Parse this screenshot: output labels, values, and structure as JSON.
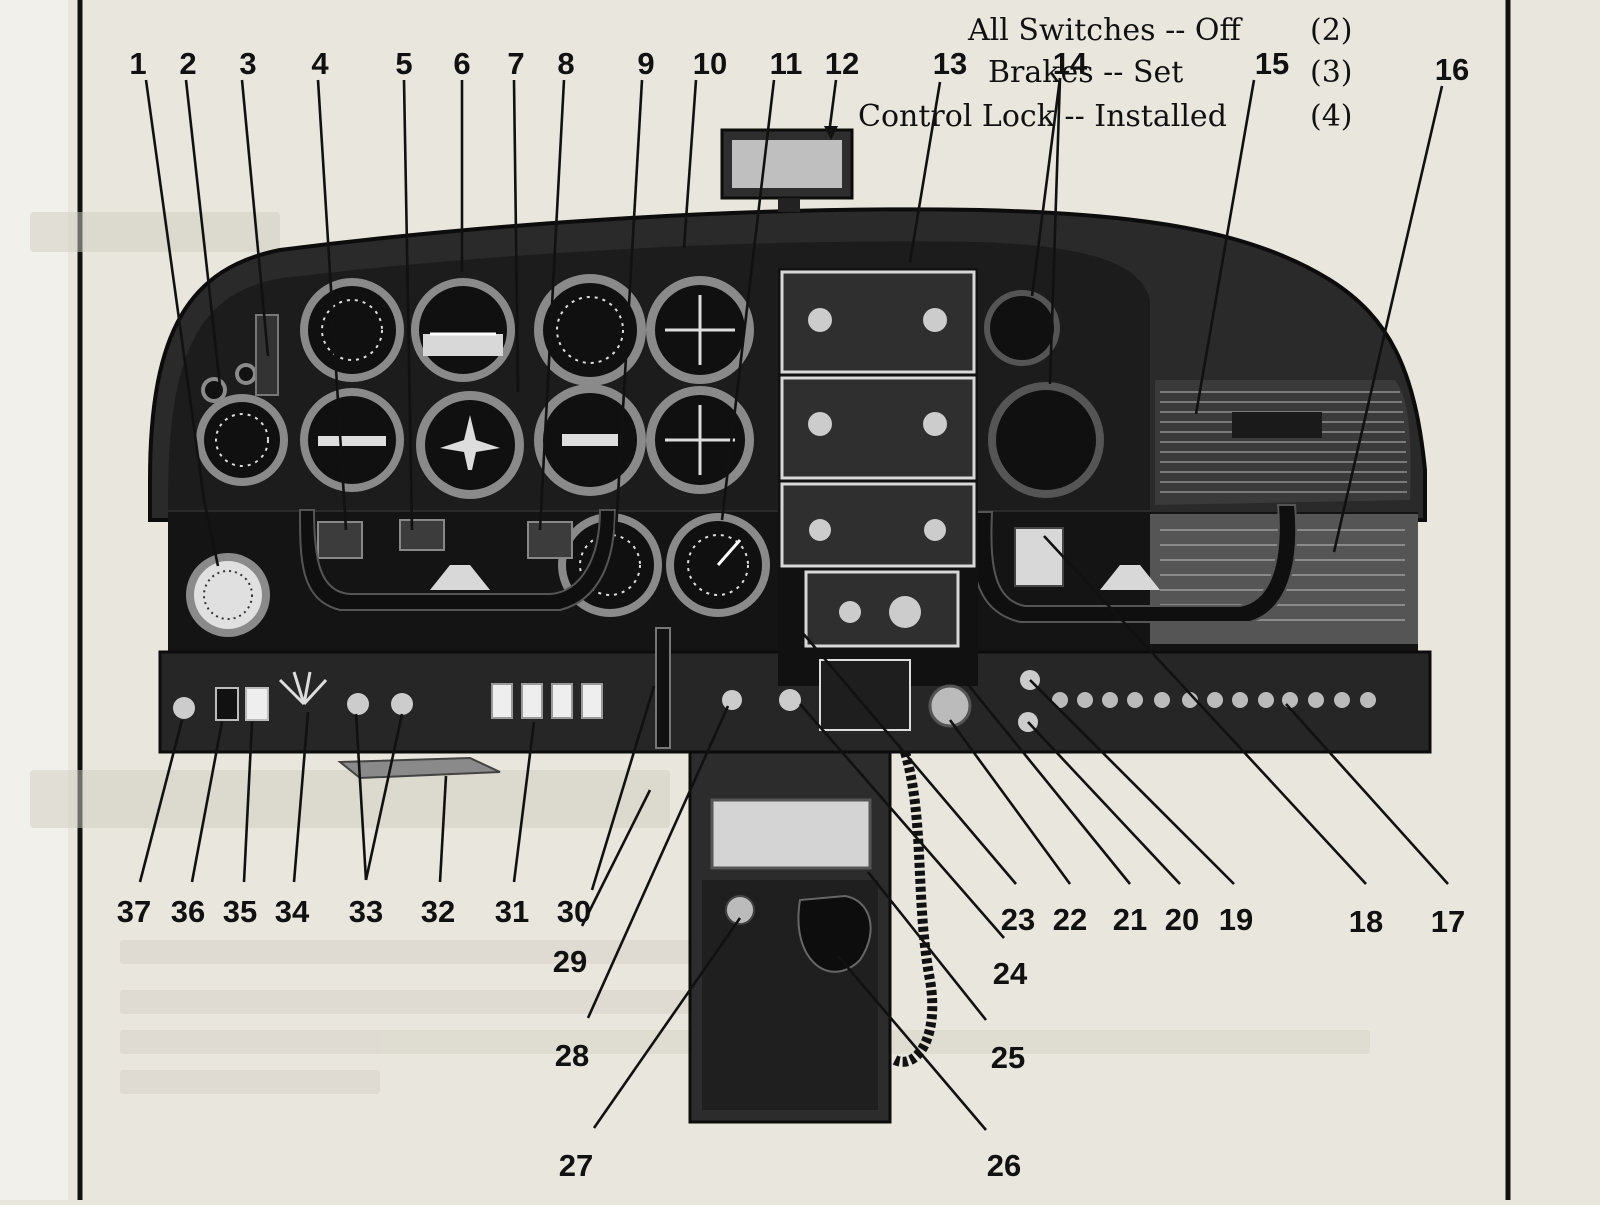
{
  "background_text": {
    "lines": [
      {
        "num": "(2)",
        "text": "All Switches -- Off"
      },
      {
        "num": "(3)",
        "text": "Brakes -- Set"
      },
      {
        "num": "(4)",
        "text": "Control Lock -- Installed"
      }
    ]
  },
  "callouts": [
    "1",
    "2",
    "3",
    "4",
    "5",
    "6",
    "7",
    "8",
    "9",
    "10",
    "11",
    "12",
    "13",
    "14",
    "15",
    "16",
    "17",
    "18",
    "19",
    "20",
    "21",
    "22",
    "23",
    "24",
    "25",
    "26",
    "27",
    "28",
    "29",
    "30",
    "31",
    "32",
    "33",
    "34",
    "35",
    "36",
    "37"
  ],
  "colors": {
    "paper": "#e9e6dd",
    "ink": "#111111",
    "panel": "#1b1b1b",
    "glare_shield": "#2a2a2a",
    "gauge_face": "#101010",
    "gauge_bezel": "#8a8a8a",
    "ghost_text": "#b9b5ab"
  }
}
